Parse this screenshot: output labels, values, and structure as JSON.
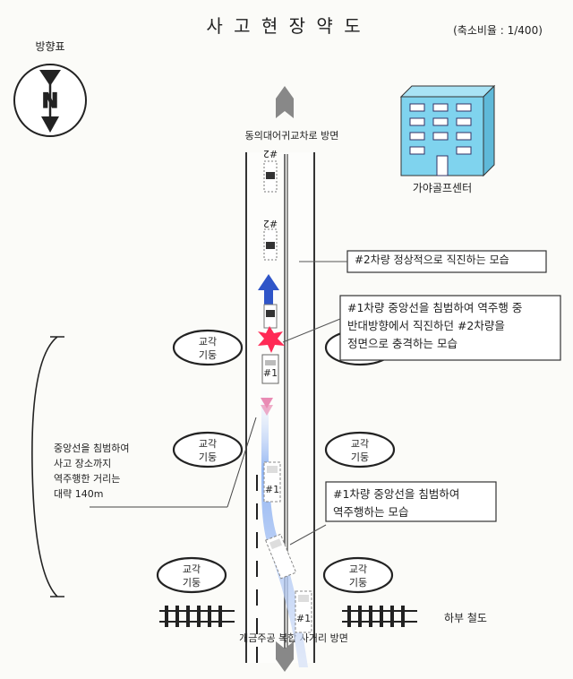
{
  "title": "사 고 현 장 약 도",
  "scale": "(축소비율 : 1/400)",
  "compass": {
    "label": "방향표",
    "north_letter": "N"
  },
  "destinations": {
    "top": "동의대어귀교차로 방면",
    "bottom": "개금주공 복합 사거리 방면"
  },
  "building": {
    "label": "가야골프센터",
    "color": "#7fd3ee"
  },
  "railway": {
    "label": "하부 철도"
  },
  "vehicles": {
    "v1": "#1",
    "v2": "#2"
  },
  "pillars": [
    "교각\n기둥",
    "교각\n기둥",
    "교각\n기둥",
    "교각\n기둥",
    "교각\n기둥",
    "교각\n기둥"
  ],
  "distance_note": {
    "lines": [
      "중앙선을 침범하여",
      "사고 장소까지",
      "역주행한 거리는",
      "대략 140m"
    ]
  },
  "callouts": [
    {
      "lines": [
        "#2차량 정상적으로 직진하는 모습"
      ]
    },
    {
      "lines": [
        "#1차량 중앙선을 침범하여 역주행 중",
        "반대방향에서 직진하던 #2차량을",
        "정면으로 충격하는 모습"
      ]
    },
    {
      "lines": [
        "#1차량 중앙선을 침범하여",
        "역주행하는 모습"
      ]
    }
  ],
  "colors": {
    "road": "#fdfdfb",
    "reverse_path": "#8fb3f2",
    "arrow_blue": "#2f55c8",
    "impact": "#ff2a55",
    "pink_arrow": "#e98bb4"
  }
}
